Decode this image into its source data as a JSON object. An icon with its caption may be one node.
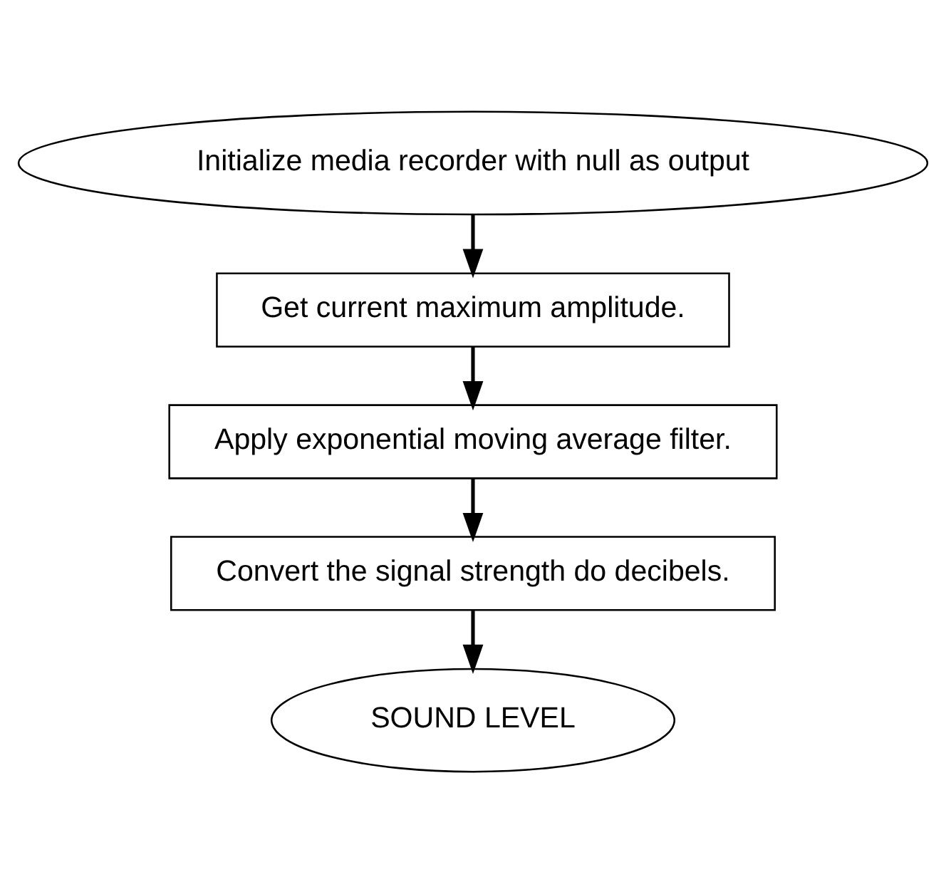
{
  "diagram": {
    "nodes": [
      {
        "text": [
          "Initialize media recorder with null as output"
        ]
      },
      {
        "text": [
          "Get current maximum amplitude."
        ]
      },
      {
        "text": [
          "Apply exponential moving average filter."
        ]
      },
      {
        "text": [
          "Convert the signal strength do decibels."
        ]
      },
      {
        "text": [
          "SOUND LEVEL"
        ]
      }
    ],
    "edges": [
      {
        "from": 0,
        "to": 1,
        "arrow": "to"
      },
      {
        "from": 1,
        "to": 2,
        "arrow": "to"
      },
      {
        "from": 2,
        "to": 3,
        "arrow": "to"
      },
      {
        "from": 3,
        "to": 4,
        "arrow": "to"
      }
    ]
  }
}
